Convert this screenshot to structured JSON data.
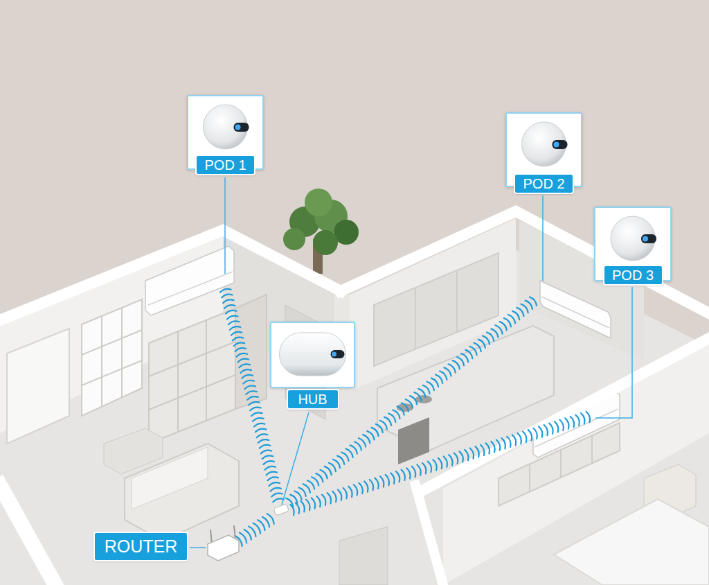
{
  "diagram": {
    "nodes": [
      {
        "text": [
          "POD 1"
        ]
      },
      {
        "text": [
          "POD 2"
        ]
      },
      {
        "text": [
          "POD 3"
        ]
      },
      {
        "text": [
          "HUB"
        ]
      },
      {
        "text": [
          "ROUTER"
        ]
      }
    ]
  }
}
